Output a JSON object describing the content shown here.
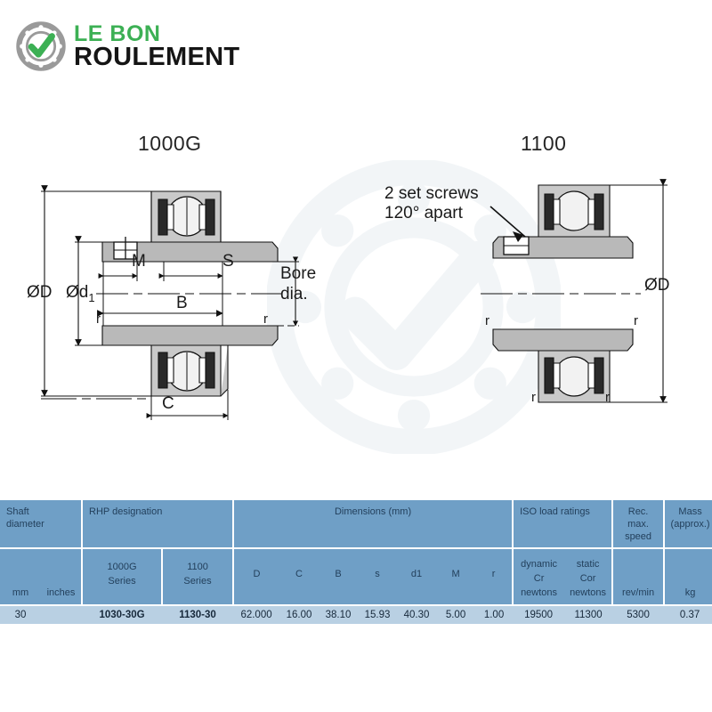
{
  "logo": {
    "icon": "bearing-check-icon",
    "line1": "LE BON",
    "line2": "ROULEMENT",
    "green": "#3cb054",
    "dark": "#151515"
  },
  "diagrams": [
    {
      "id": "1000g",
      "title": "1000G",
      "labels": {
        "outer_dia": "ØD",
        "inner_dia_prefix": "Ød",
        "inner_dia_sub": "1",
        "m": "M",
        "s": "S",
        "b": "B",
        "c": "C",
        "r_left": "r",
        "r_right": "r",
        "bore_line1": "Bore",
        "bore_line2": "dia."
      }
    },
    {
      "id": "1100",
      "title": "1100",
      "labels": {
        "outer_dia": "ØD",
        "setscrew_line1": "2 set screws",
        "setscrew_line2": "120° apart",
        "r_left": "r",
        "r_right": "r",
        "r_bottom_left": "r",
        "r_bottom_right": "r"
      }
    }
  ],
  "table": {
    "groups": {
      "shaft_diameter": "Shaft\ndiameter",
      "shaft_diameter_line1": "Shaft",
      "shaft_diameter_line2": "diameter",
      "rhp_designation": "RHP designation",
      "dimensions": "Dimensions (mm)",
      "iso_load_ratings": "ISO load ratings",
      "rec_max_speed_line1": "Rec.",
      "rec_max_speed_line2": "max.",
      "rec_max_speed_line3": "speed",
      "mass_line1": "Mass",
      "mass_line2": "(approx.)"
    },
    "subheaders": {
      "mm": "mm",
      "inches": "inches",
      "series_1000g_line1": "1000G",
      "series_1000g_line2": "Series",
      "series_1100_line1": "1100",
      "series_1100_line2": "Series",
      "d": "D",
      "c": "C",
      "b": "B",
      "s": "s",
      "d1": "d1",
      "m": "M",
      "r": "r",
      "dynamic_line1": "dynamic",
      "dynamic_line2": "Cr",
      "dynamic_line3": "newtons",
      "static_line1": "static",
      "static_line2": "Cor",
      "static_line3": "newtons",
      "speed_unit": "rev/min",
      "mass_unit": "kg"
    },
    "row": {
      "mm": "30",
      "inches": "",
      "designation_1000g": "1030-30G",
      "designation_1100": "1130-30",
      "D": "62.000",
      "C": "16.00",
      "B": "38.10",
      "s": "15.93",
      "d1": "40.30",
      "M": "5.00",
      "r": "1.00",
      "dynamic_cr": "19500",
      "static_cor": "11300",
      "speed": "5300",
      "mass": "0.37"
    },
    "colors": {
      "header_bg": "#6f9fc6",
      "data_bg": "#b9d0e3",
      "grid": "#ffffff",
      "text": "#23405c"
    }
  }
}
